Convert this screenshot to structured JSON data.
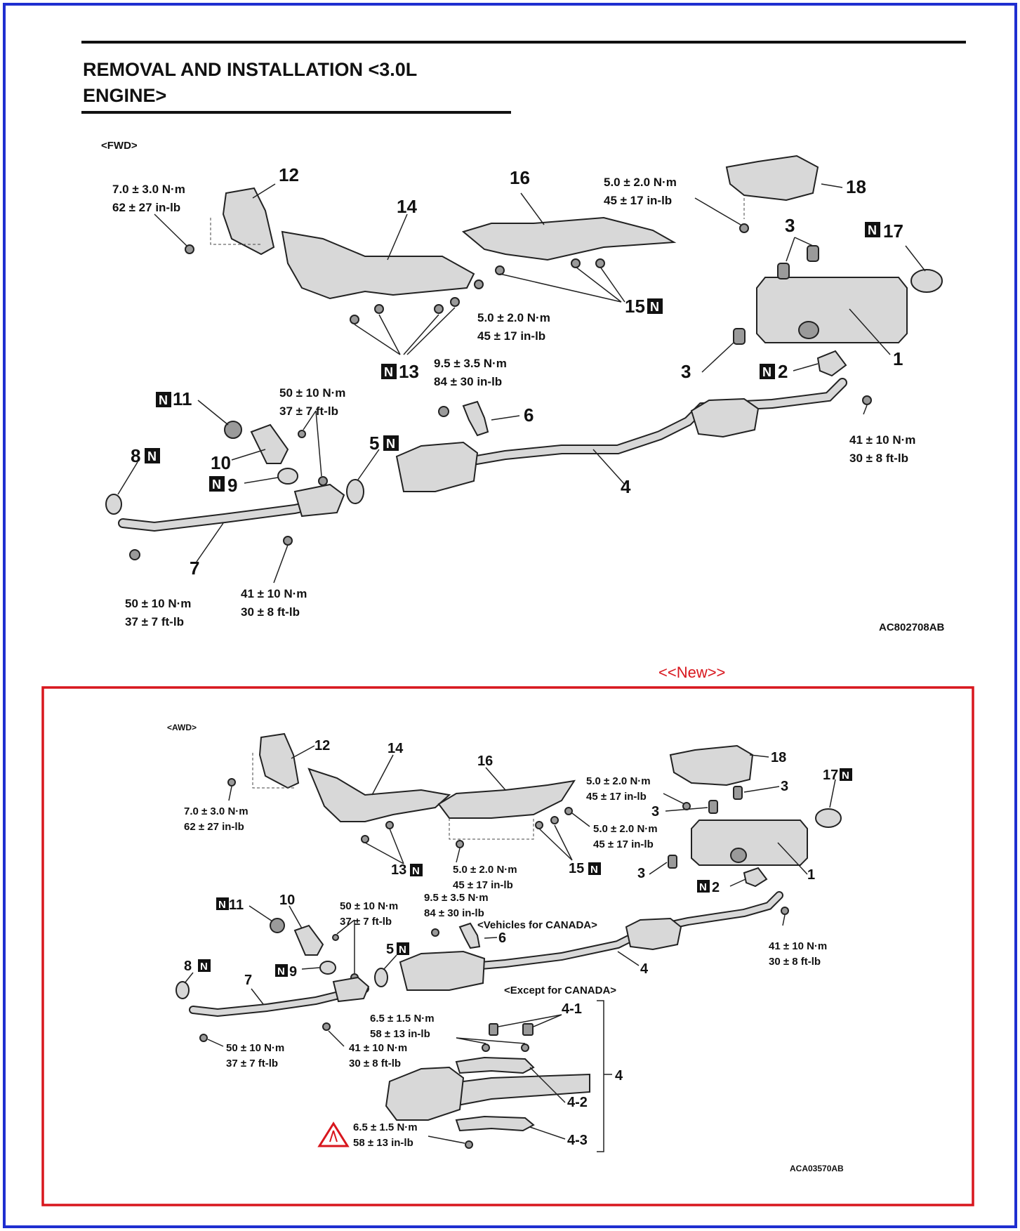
{
  "page": {
    "title_line1": "REMOVAL AND INSTALLATION <3.0L",
    "title_line2": "ENGINE>",
    "new_marker": "<<New>>",
    "border_color": "#1f2fd0",
    "new_box_color": "#d8161d"
  },
  "fwd": {
    "variant": "<FWD>",
    "figure_id": "AC802708AB",
    "n_badge": "N",
    "parts": {
      "p1": "1",
      "p2": "2",
      "p3a": "3",
      "p3b": "3",
      "p4": "4",
      "p5": "5",
      "p6": "6",
      "p7": "7",
      "p8": "8",
      "p9": "9",
      "p10": "10",
      "p11": "11",
      "p12": "12",
      "p13": "13",
      "p14": "14",
      "p15": "15",
      "p16": "16",
      "p17": "17",
      "p18": "18"
    },
    "torque": {
      "t12_a": "7.0 ± 3.0 N·m",
      "t12_b": "62 ± 27 in-lb",
      "t18_a": "5.0 ± 2.0 N·m",
      "t18_b": "45 ± 17 in-lb",
      "t14_a": "5.0 ± 2.0 N·m",
      "t14_b": "45 ± 17 in-lb",
      "t6_a": "9.5 ± 3.5 N·m",
      "t6_b": "84 ± 30 in-lb",
      "t10_a": "50 ± 10 N·m",
      "t10_b": "37 ± 7 ft-lb",
      "t4r_a": "41 ± 10 N·m",
      "t4r_b": "30 ± 8 ft-lb",
      "t7_a": "50 ± 10 N·m",
      "t7_b": "37 ± 7 ft-lb",
      "t7r_a": "41 ± 10 N·m",
      "t7r_b": "30 ± 8 ft-lb"
    }
  },
  "awd": {
    "variant": "<AWD>",
    "figure_id": "ACA03570AB",
    "n_badge": "N",
    "note_canada": "<Vehicles for CANADA>",
    "note_except": "<Except for CANADA>",
    "parts": {
      "p1": "1",
      "p2": "2",
      "p3a": "3",
      "p3b": "3",
      "p3c": "3",
      "p4": "4",
      "p4b": "4",
      "p4_1": "4-1",
      "p4_2": "4-2",
      "p4_3": "4-3",
      "p5": "5",
      "p6": "6",
      "p7": "7",
      "p8": "8",
      "p9": "9",
      "p10": "10",
      "p11": "11",
      "p12": "12",
      "p13": "13",
      "p14": "14",
      "p15": "15",
      "p16": "16",
      "p17": "17",
      "p18": "18"
    },
    "torque": {
      "t12_a": "7.0 ± 3.0 N·m",
      "t12_b": "62 ± 27 in-lb",
      "t18_a": "5.0 ± 2.0 N·m",
      "t18_b": "45 ± 17 in-lb",
      "t15_a": "5.0 ± 2.0 N·m",
      "t15_b": "45 ± 17 in-lb",
      "t13_a": "5.0 ± 2.0 N·m",
      "t13_b": "45 ± 17 in-lb",
      "t6_a": "9.5 ± 3.5 N·m",
      "t6_b": "84 ± 30 in-lb",
      "t10_a": "50 ± 10 N·m",
      "t10_b": "37 ± 7 ft-lb",
      "t4r_a": "41 ± 10 N·m",
      "t4r_b": "30 ± 8 ft-lb",
      "t7_a": "50 ± 10 N·m",
      "t7_b": "37 ± 7 ft-lb",
      "t7r_a": "41 ± 10 N·m",
      "t7r_b": "30 ± 8 ft-lb",
      "t41_a": "6.5 ± 1.5 N·m",
      "t41_b": "58 ± 13 in-lb",
      "t43_a": "6.5 ± 1.5 N·m",
      "t43_b": "58 ± 13 in-lb"
    }
  }
}
